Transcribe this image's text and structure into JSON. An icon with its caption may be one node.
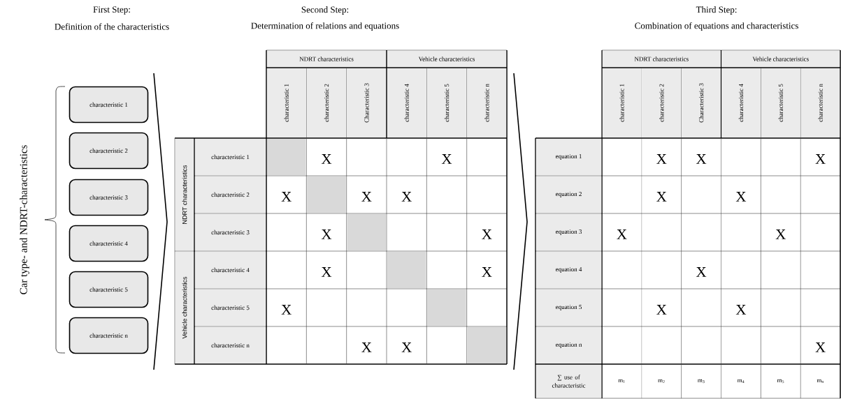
{
  "diagram": {
    "nodes": [
      {
        "text": [
          "characteristic 1"
        ]
      },
      {
        "text": [
          "characteristic 2"
        ]
      },
      {
        "text": [
          "characteristic 3"
        ]
      },
      {
        "text": [
          "characteristic 4"
        ]
      },
      {
        "text": [
          "characteristic 5"
        ]
      },
      {
        "text": [
          "characteristic n"
        ]
      }
    ],
    "labels": [
      "First Step:",
      "Definition of the characteristics",
      "Second Step:",
      "Determination of relations and equations",
      "Third Step:",
      "Combination of equations and characteristics",
      "Car type- and NDRT-characteristics",
      "NDRT characteristics",
      "Vehicle characteristics",
      "characteristic 1",
      "characteristic 2",
      "Characteristic 3",
      "characteristic 4",
      "characteristic 5",
      "characteristic n",
      "NDRT characteristics",
      "characteristic 1",
      "X",
      "X",
      "characteristic 2",
      "X",
      "X",
      "X",
      "characteristic 3",
      "X",
      "X",
      "Vehicle characteristics",
      "characteristic 4",
      "X",
      "X",
      "characteristic 5",
      "X",
      "characteristic n",
      "X",
      "X",
      "NDRT characteristics",
      "Vehicle characteristics",
      "characteristic 1",
      "characteristic 2",
      "Characteristic 3",
      "characteristic 4",
      "characteristic 5",
      "characteristic n",
      "equation 1",
      "X",
      "X",
      "X",
      "equation 2",
      "X",
      "X",
      "equation 3",
      "X",
      "X",
      "equation 4",
      "X",
      "equation 5",
      "X",
      "X",
      "equation n",
      "X",
      "∑ use of characteristic",
      "m$_{1}$",
      "m$_{2}$",
      "m$_{3}$",
      "m$_{4}$",
      "m$_{5}$",
      "m$_{n}$"
    ]
  }
}
